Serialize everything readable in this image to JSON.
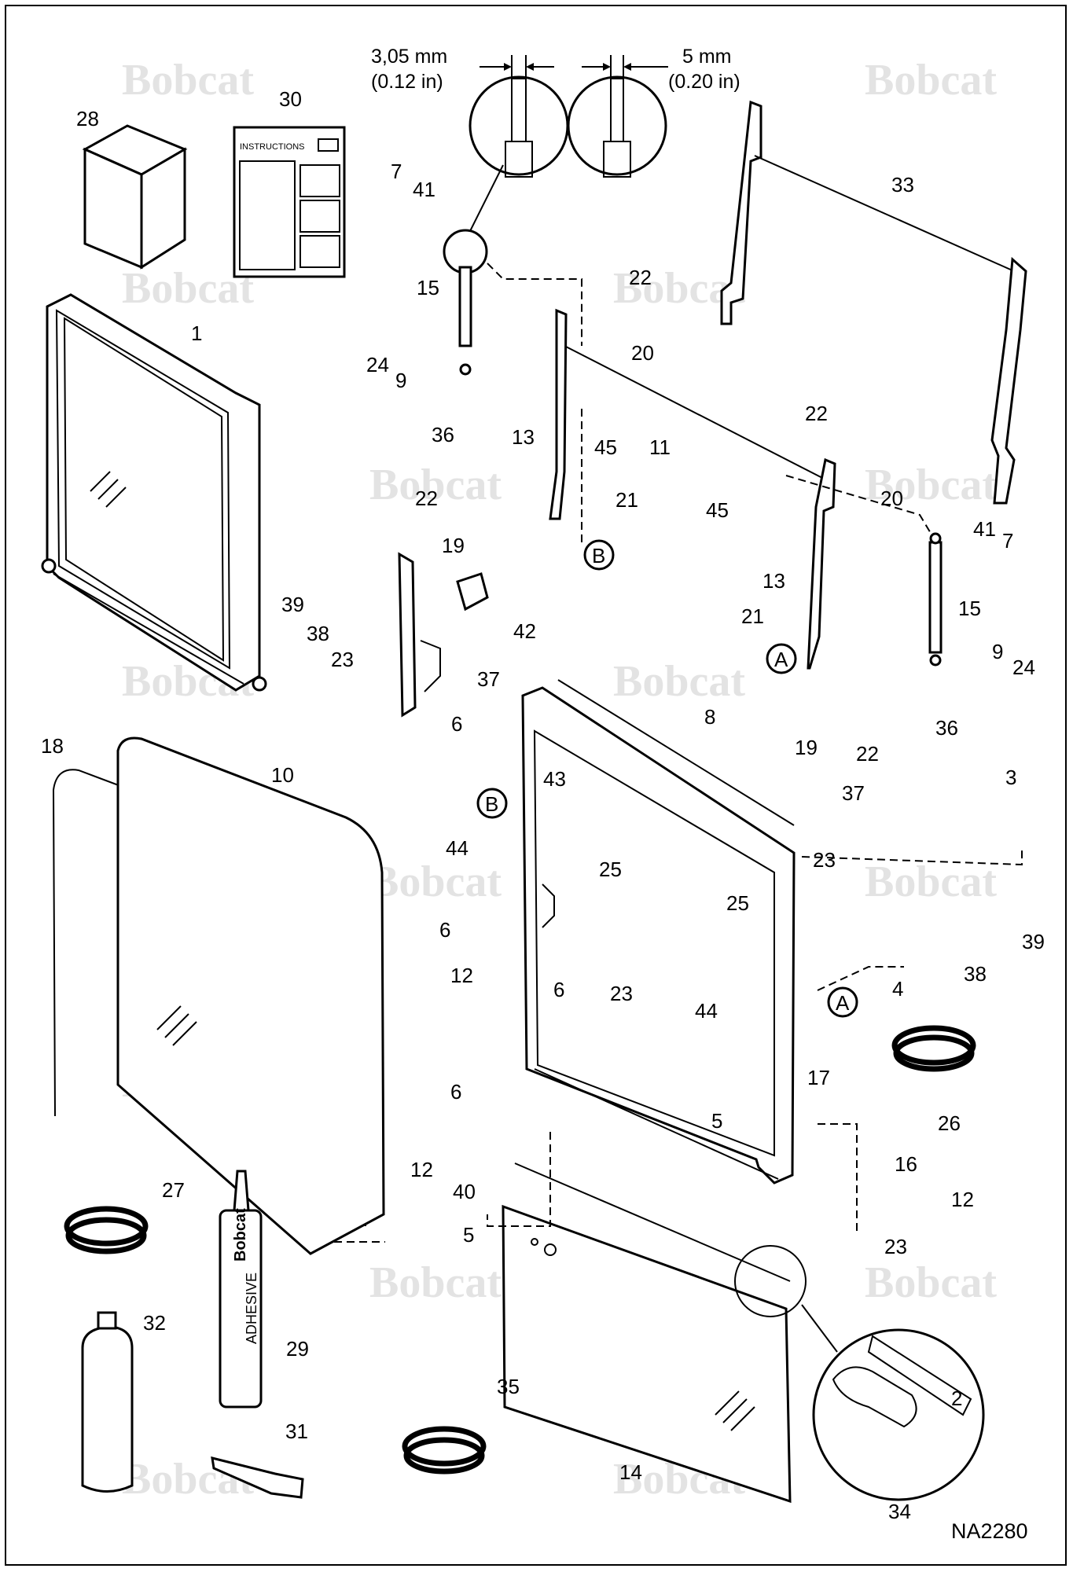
{
  "watermark": {
    "brand": "Bobcat"
  },
  "dimensions": {
    "left": {
      "metric": "3,05 mm",
      "imperial": "(0.12 in)"
    },
    "right": {
      "metric": "5 mm",
      "imperial": "(0.20 in)"
    }
  },
  "instructions_sheet": {
    "title": "INSTRUCTIONS"
  },
  "adhesive_tube": {
    "brand": "Bobcat",
    "text": "ADHESIVE"
  },
  "drawing_code": "NA2280",
  "callouts": {
    "a1": "A",
    "a2": "A",
    "b1": "B",
    "b2": "B"
  },
  "labels": {
    "l28": "28",
    "l30": "30",
    "l1": "1",
    "l7a": "7",
    "l41a": "41",
    "l15a": "15",
    "l24a": "24",
    "l9a": "9",
    "l22a": "22",
    "l20a": "20",
    "l13a": "13",
    "l45a": "45",
    "l11": "11",
    "l36a": "36",
    "l22b": "22",
    "l21a": "21",
    "l19a": "19",
    "l33": "33",
    "l22c": "22",
    "l20b": "20",
    "l45b": "45",
    "l41b": "41",
    "l7b": "7",
    "l13b": "13",
    "l15b": "15",
    "l21b": "21",
    "l9b": "9",
    "l24b": "24",
    "l36b": "36",
    "l19b": "19",
    "l22d": "22",
    "l39a": "39",
    "l38a": "38",
    "l23a": "23",
    "l42": "42",
    "l37a": "37",
    "l18": "18",
    "l10": "10",
    "l6a": "6",
    "l8": "8",
    "l43": "43",
    "l44a": "44",
    "l25a": "25",
    "l3": "3",
    "l37b": "37",
    "l23b": "23",
    "l6b": "6",
    "l25b": "25",
    "l39b": "39",
    "l38b": "38",
    "l12a": "12",
    "l6c": "6",
    "l23c": "23",
    "l44b": "44",
    "l4": "4",
    "l6d": "6",
    "l17": "17",
    "l26": "26",
    "l5a": "5",
    "l12b": "12",
    "l40": "40",
    "l16": "16",
    "l12c": "12",
    "l5b": "5",
    "l23d": "23",
    "l27": "27",
    "l32": "32",
    "l29": "29",
    "l35": "35",
    "l2": "2",
    "l14": "14",
    "l31": "31",
    "l34": "34"
  }
}
